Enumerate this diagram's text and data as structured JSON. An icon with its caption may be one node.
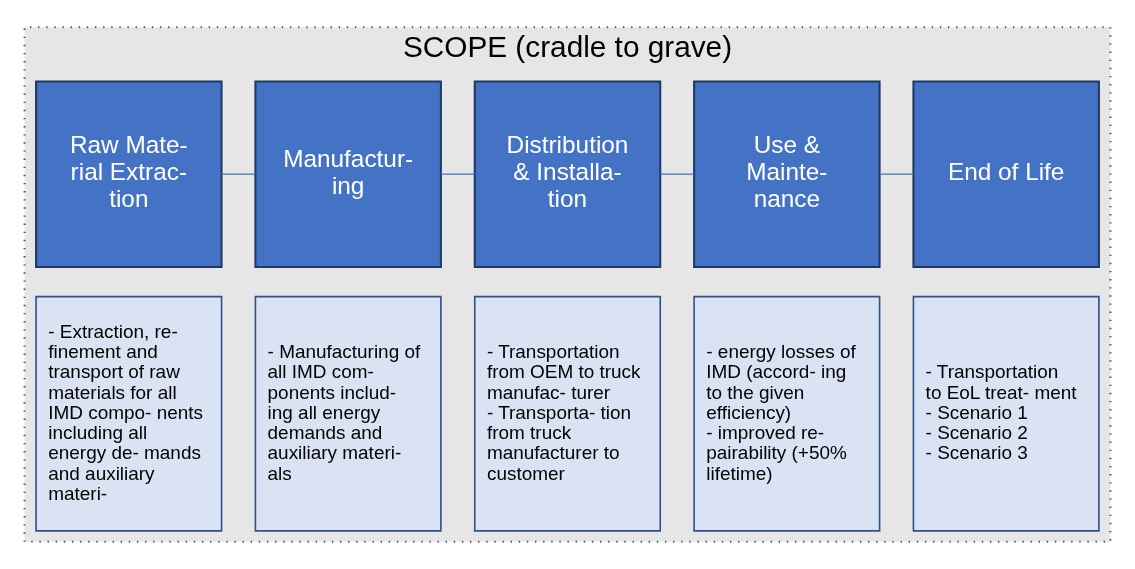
{
  "diagram": {
    "nodes": [
      {
        "text": [
          "SCOPE (cradle to grave)"
        ]
      },
      {
        "text": [
          "Raw Mate- rial Extrac- tion"
        ],
        "in": 0
      },
      {
        "text": [
          "Manufactur- ing"
        ],
        "in": 0
      },
      {
        "text": [
          "Distribution & Installa- tion"
        ],
        "in": 0
      },
      {
        "text": [
          "Use & Mainte- nance"
        ],
        "in": 0
      },
      {
        "text": [
          "End of Life"
        ],
        "in": 0
      },
      {
        "text": [
          "- Extraction, re- finement and transport of raw materials for all IMD compo- nents including all energy de- mands and auxiliary materi-"
        ],
        "in": 0
      },
      {
        "text": [
          "- Manufacturing of all IMD com- ponents includ- ing all energy demands and auxiliary materi- als"
        ],
        "in": 0
      },
      {
        "text": [
          "- Transportation from OEM to truck manufac- turer",
          "- Transporta- tion from truck manufacturer to customer"
        ],
        "in": 0
      },
      {
        "text": [
          "- energy losses of IMD (accord- ing to the given efficiency)",
          "- improved re- pairability (+50% lifetime)"
        ],
        "in": 0
      },
      {
        "text": [
          "- Transportation to EoL treat- ment",
          "- Scenario 1",
          "- Scenario 2",
          "- Scenario 3"
        ],
        "in": 0
      }
    ],
    "edges": [
      {
        "from": 1,
        "to": 2,
        "arrow": "none"
      },
      {
        "from": 2,
        "to": 3,
        "arrow": "none"
      },
      {
        "from": 3,
        "to": 4,
        "arrow": "none"
      },
      {
        "from": 4,
        "to": 5,
        "arrow": "none"
      }
    ]
  }
}
